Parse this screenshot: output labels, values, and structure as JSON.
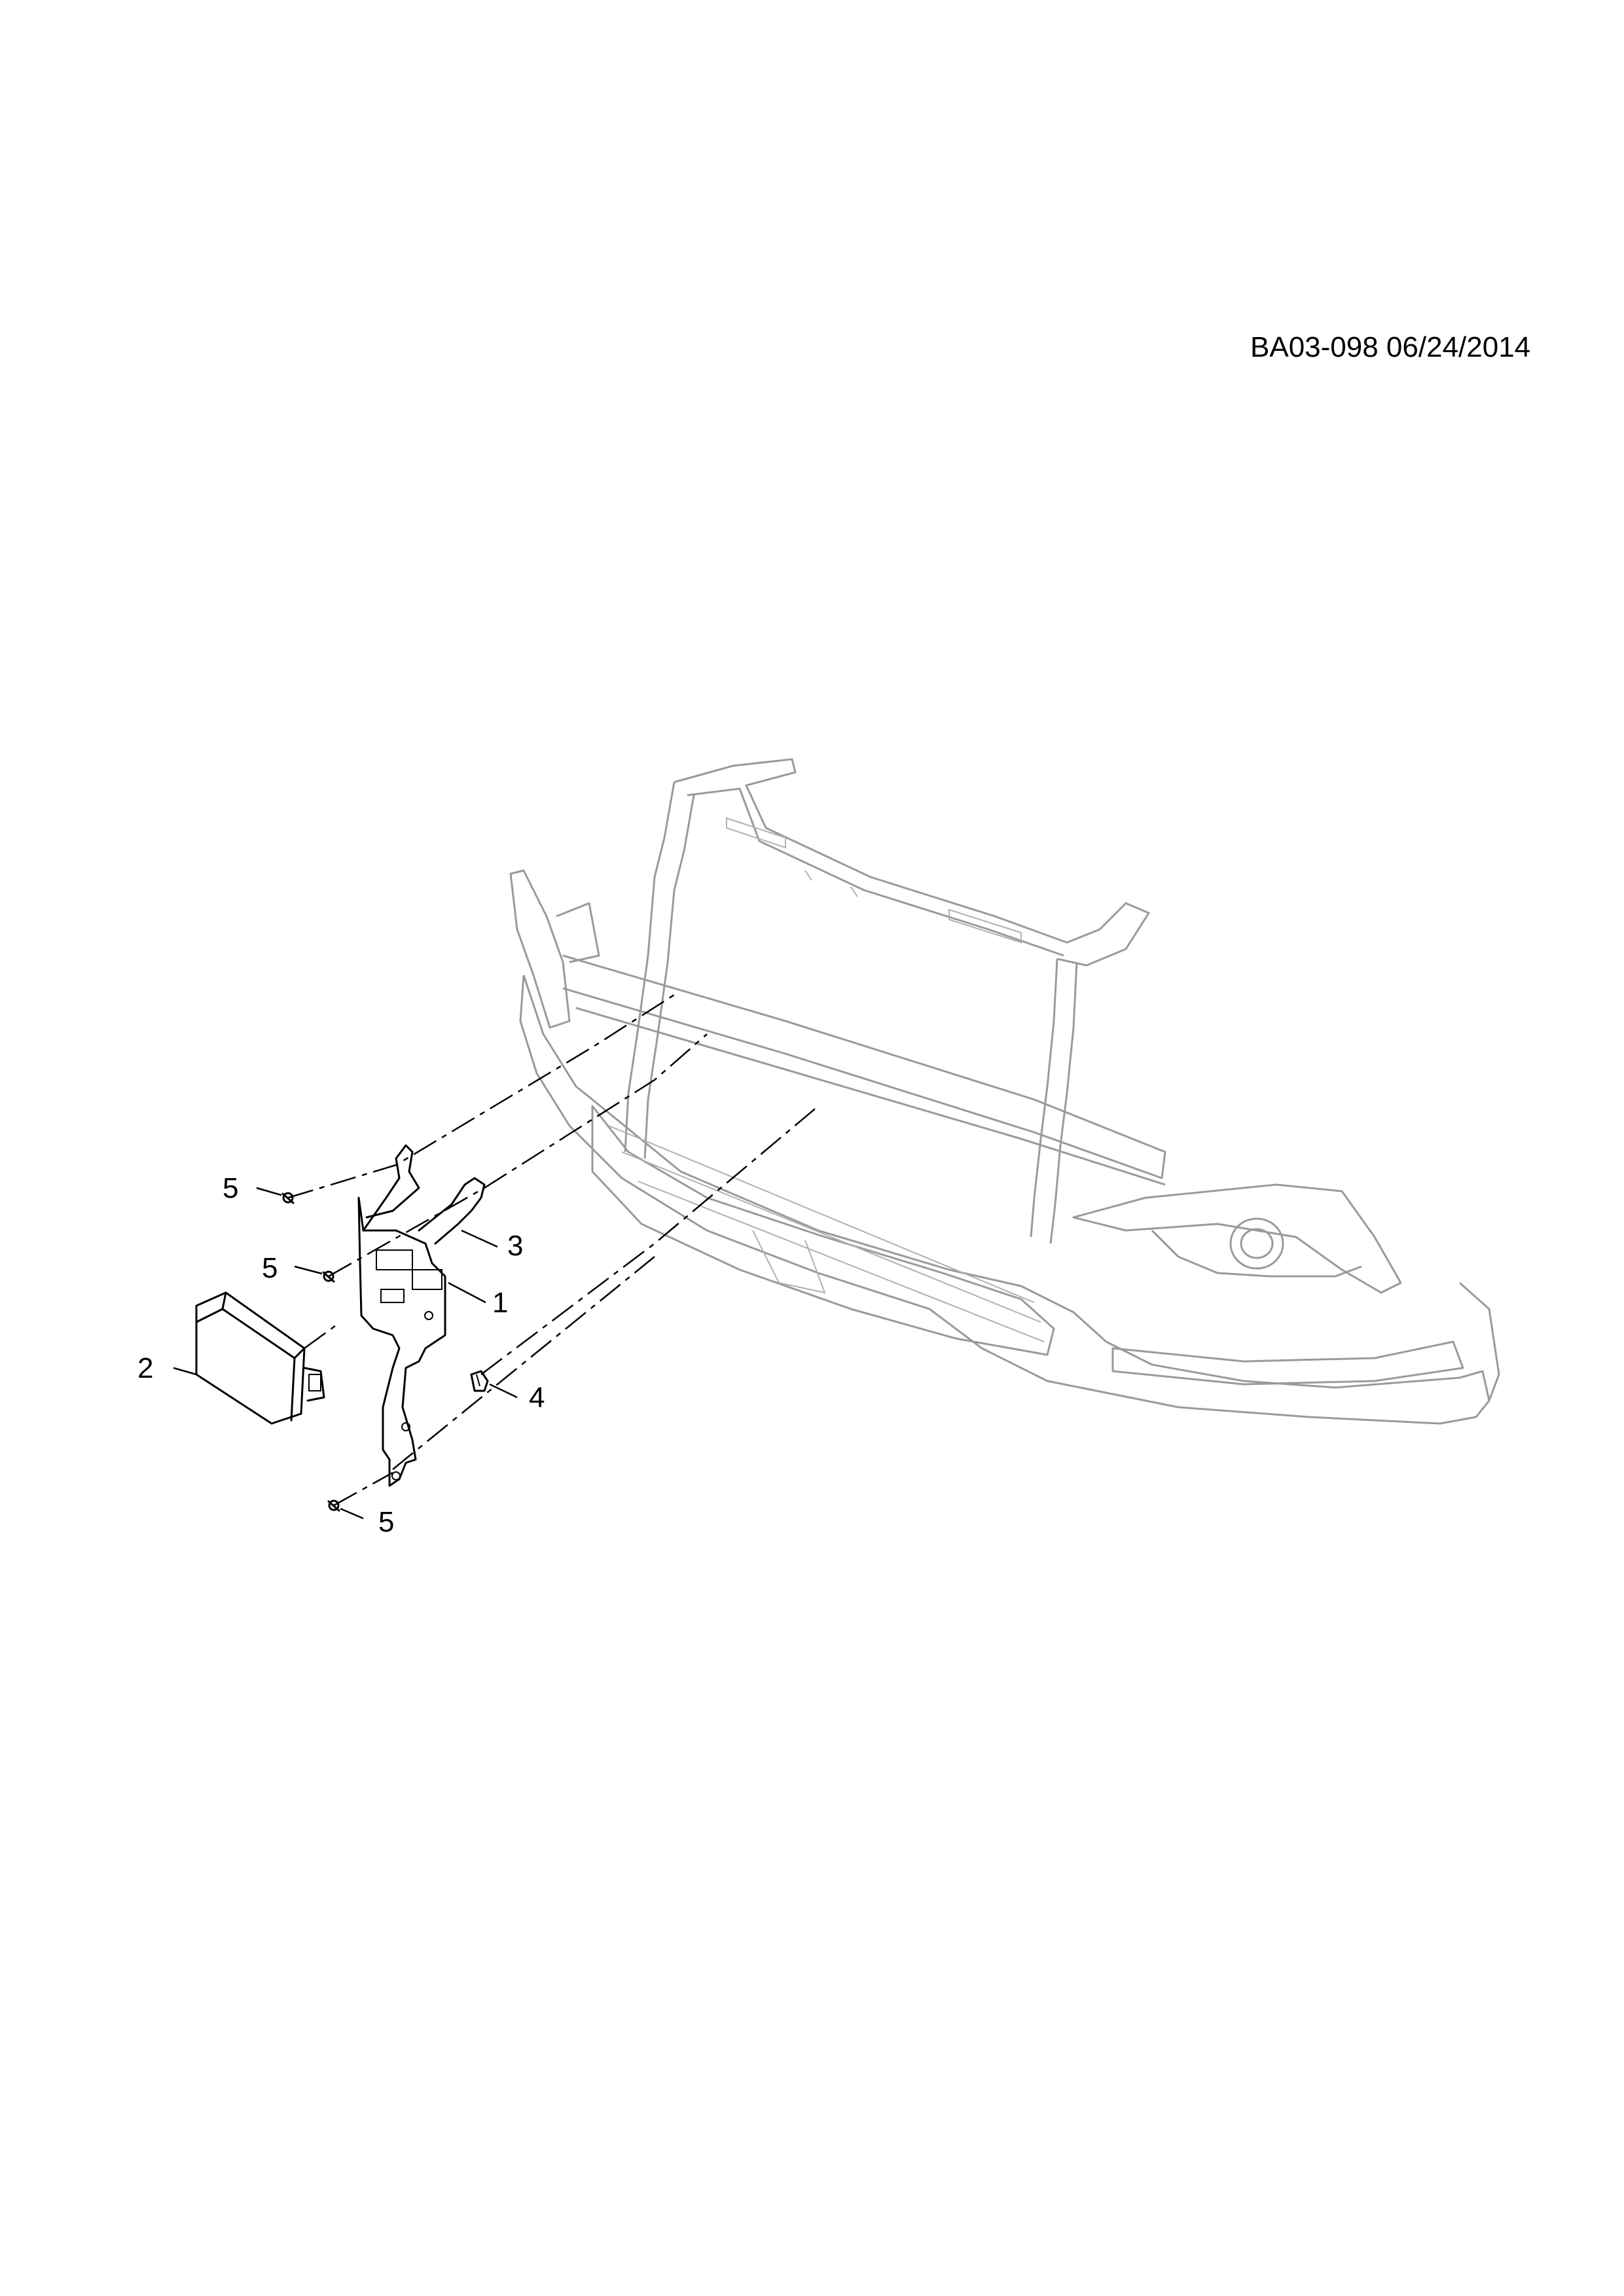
{
  "header": {
    "reference": "BA03-098 06/24/2014"
  },
  "callouts": [
    {
      "id": "c1",
      "label": "1"
    },
    {
      "id": "c2",
      "label": "2"
    },
    {
      "id": "c3",
      "label": "3"
    },
    {
      "id": "c4",
      "label": "4"
    },
    {
      "id": "c5a",
      "label": "5"
    },
    {
      "id": "c5b",
      "label": "5"
    },
    {
      "id": "c5c",
      "label": "5"
    }
  ],
  "colors": {
    "parts": "#000000",
    "vehicle_structure": "#9a9a9a",
    "background": "#ffffff"
  }
}
